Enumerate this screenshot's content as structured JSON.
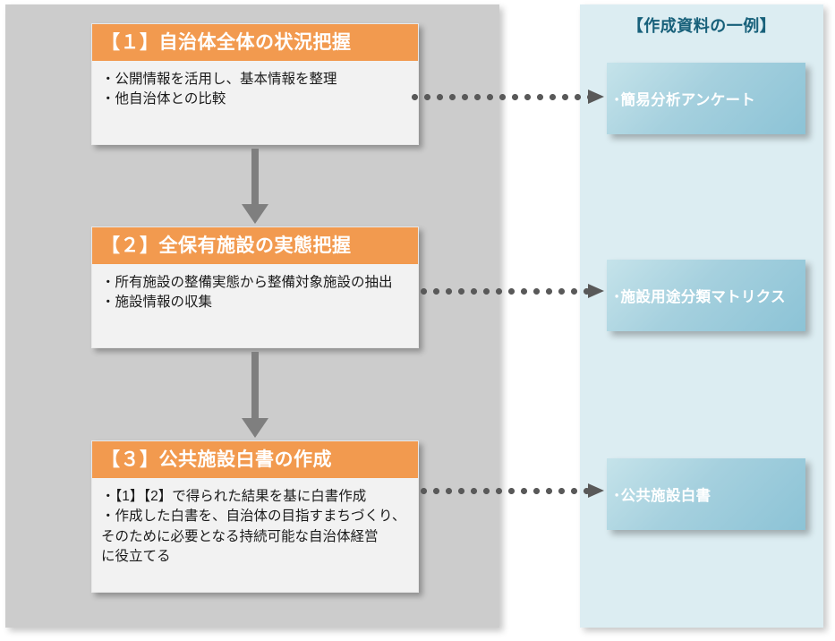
{
  "left_panel": {
    "steps": [
      {
        "header": "【１】自治体全体の状況把握",
        "lines": [
          "・公開情報を活用し、基本情報を整理",
          "・他自治体との比較"
        ]
      },
      {
        "header": "【２】全保有施設の実態把握",
        "lines": [
          "・所有施設の整備実態から整備対象施設の抽出",
          "・施設情報の収集"
        ]
      },
      {
        "header": "【３】公共施設白書の作成",
        "lines": [
          "・【1】【2】で得られた結果を基に白書作成",
          "・作成した白書を、自治体の目指すまちづくり、",
          "そのために必要となる持続可能な自治体経営",
          "に役立てる"
        ]
      }
    ]
  },
  "right_panel": {
    "title": "【作成資料の一例】",
    "outputs": [
      "･簡易分析アンケート",
      "･施設用途分類マトリクス",
      "･公共施設白書"
    ]
  },
  "connectors": {
    "vertical": [
      "arrow-step1-to-step2",
      "arrow-step2-to-step3"
    ],
    "horizontal": [
      "dotted-step1-to-output1",
      "dotted-step2-to-output2",
      "dotted-step3-to-output3"
    ]
  },
  "colors": {
    "left_panel_bg": "#cccccc",
    "right_panel_bg": "#dcedf2",
    "step_header_orange": "#f29a4f",
    "step_body_bg": "#f2f2f2",
    "output_blue": "#8cc3d6",
    "arrow_gray": "#7f7f7f",
    "dot_gray": "#595959",
    "title_teal": "#17607a"
  }
}
